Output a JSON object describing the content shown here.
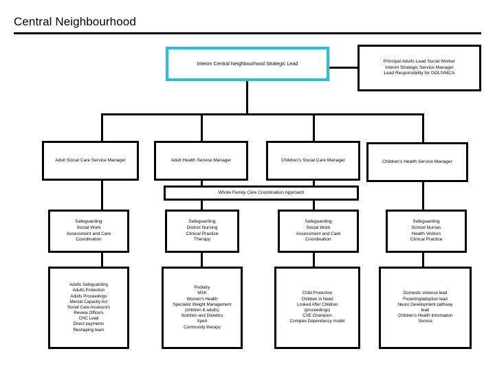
{
  "page": {
    "title": "Central Neighbourhood"
  },
  "chart_data": {
    "type": "diagram",
    "diagram_kind": "organisational-hierarchy",
    "accent_color": "#1fc3dc",
    "line_color": "#000000",
    "background": "#ffffff"
  },
  "nodes": {
    "strategic_lead": "Interim Central Neighbourhood Strategic Lead",
    "principal_social_worker": "Principal Adults Lead Social Worker\nInterim Strategic Service Manager\nLead Responsibility for DOLS/MCA",
    "managers": [
      "Adult Social Care Service Manager",
      "Adult Health Service Manager",
      "Children's Social Care Manager",
      "Children's Health Service Manager"
    ],
    "banner": "Whole Family  Care Coordination Approach",
    "safeguarding": [
      "Safeguarding\nSocial Work\nAssessment and Care\nCoordination",
      "Safeguarding\nDistrict Nursing\nClinical Practice\nTherapy",
      "Safeguarding\nSocial Work\nAssessment and Care\nCoordination",
      "Safeguarding\nSchool Nurses\nHealth Visitors\nClinical Practice"
    ],
    "services": [
      "Adults  Safeguarding\nAdults Protection\nAdults Proceedings\nMental Capacity Act\nSocial Care Assessors\nReview Officers\nCHC Lead\nDirect payments\nReshaping team",
      "Podiatry\nMSK\nWomen's Health\nSpecialist Weight Management\n(children & adults)\nNutrition and Dietetics\nXpert\nCommunity therapy",
      "Child Protection\nChildren in Need\nLooked After Children\n(proceedings)\nCSE Champion\nComplex Dependency model",
      "Domestic violence lead\nFostering/adoption lead\nNeuro Development pathway\nlead\nChildren's Health Information\nService"
    ]
  }
}
